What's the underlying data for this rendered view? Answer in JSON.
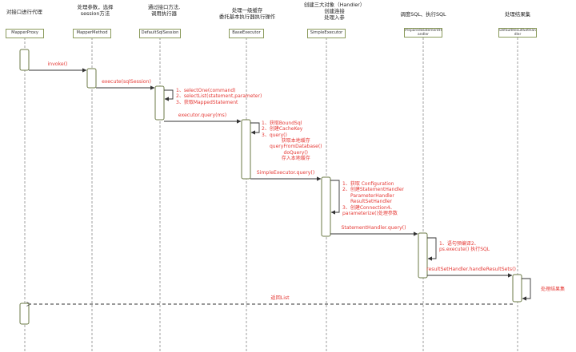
{
  "headers": {
    "proxy": "对接口进行代理",
    "method": [
      "处理参数，选择",
      "session方法"
    ],
    "session": [
      "通过接口方法,",
      "调用执行器"
    ],
    "base": [
      "处理一级缓存",
      "委托基本执行器执行操作"
    ],
    "simple": [
      "创建三大对象（Handler）",
      "创建连接",
      "处理入参"
    ],
    "prepared": "调度SQL、执行SQL",
    "result": "处理结果集"
  },
  "participants": {
    "proxy": "MapperProxy",
    "method": "MapperMethod",
    "session": "DefaultSqlSession",
    "base": "BaseExecutor",
    "simple": "SimpleExecutor",
    "prepared": [
      "PreparedStatementH",
      "andler"
    ],
    "result": [
      "DefaultResultSetHan",
      "dler"
    ]
  },
  "messages": {
    "invoke": "invoke()",
    "execute": "execute(sqlSession)",
    "executor_query": "executor.query(ms)",
    "simple_query": "SimpleExecutor.query()",
    "statement_query": "StatementHandler.query()",
    "handle_results": "resultSetHandler.handleResultSets()",
    "return_list": "返回List"
  },
  "notes": {
    "session": [
      "1、selectOne(command)",
      "2、selectList(statement,parameter)",
      "3、获取MappedStatement"
    ],
    "base": [
      "1、获取BoundSql",
      "2、创建CacheKey",
      "3、query()"
    ],
    "base_sub": [
      "获取本地缓存",
      "queryFromDatabase()",
      "doQuery()",
      "存入本地缓存"
    ],
    "simple": [
      "1、获取 Configuration",
      "2、创建StatementHandler",
      "ParameterHandler",
      "ResultSetHandler",
      "3、创建Connection4、",
      "parameterize()处理参数"
    ],
    "prepared": [
      "1、语句预编译2、",
      "ps.execute() 执行SQL"
    ],
    "result": "处理结果集"
  },
  "colors": {
    "lifeline": "#888888",
    "activation_border": "#6b7a45",
    "box_border": "#8a9a5b",
    "message_text": "#e53935",
    "arrow": "#333333"
  }
}
